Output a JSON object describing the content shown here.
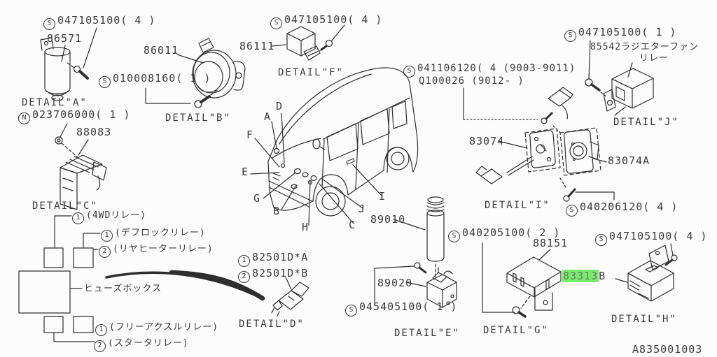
{
  "diagram": {
    "type": "vehicle-electrical-parts-diagram",
    "drawing_no": "A835001003",
    "highlight_color": "#76ee6c",
    "line_color": "#2e2e2e"
  },
  "labels": {
    "screw_top_left": {
      "circle": "S",
      "text": "047105100( 4  )"
    },
    "part_86571": {
      "text": "86571"
    },
    "detail_a": {
      "text": "DETAIL\"A\""
    },
    "nut_023706000": {
      "circle": "N",
      "text": "023706000( 1  )"
    },
    "part_88083": {
      "text": "88083"
    },
    "detail_c": {
      "text": "DETAIL\"C\""
    },
    "relay_4wd": {
      "circle": "1",
      "text": "(4WDリレー)"
    },
    "relay_deflock": {
      "circle": "1",
      "text": "(デフロックリレー)"
    },
    "relay_rear_heater": {
      "circle": "2",
      "text": "(リヤヒーターリレー)"
    },
    "fuse_box": {
      "text": "ヒューズボックス"
    },
    "relay_free_axle": {
      "circle": "1",
      "text": "(フリーアクスルリレー)"
    },
    "relay_starter": {
      "circle": "2",
      "text": "(スタータリレー)"
    },
    "part_86011": {
      "text": "86011"
    },
    "screw_010008160": {
      "circle": "S",
      "text": "010008160( 1  )"
    },
    "detail_b": {
      "text": "DETAIL\"B\""
    },
    "screw_f": {
      "circle": "S",
      "text": "047105100( 4  )"
    },
    "part_86111": {
      "text": "86111"
    },
    "detail_f": {
      "text": "DETAIL\"F\""
    },
    "screw_041106120": {
      "circle": "S",
      "text": "041106120( 4 (9003-9011)"
    },
    "part_q100026": {
      "text": "Q100026 (9012-        )"
    },
    "screw_j": {
      "circle": "S",
      "text": "047105100( 1  )"
    },
    "part_85542": {
      "text": "85542ラジエターファン"
    },
    "part_85542_2": {
      "text": "リレー"
    },
    "detail_j": {
      "text": "DETAIL\"J\""
    },
    "part_83074": {
      "text": "83074"
    },
    "part_83074a": {
      "text": "83074A"
    },
    "detail_i": {
      "text": "DETAIL\"I\""
    },
    "screw_040206120": {
      "circle": "S",
      "text": "040206120( 4  )"
    },
    "part_89010": {
      "text": "89010"
    },
    "part_89020": {
      "text": "89020"
    },
    "screw_045405100": {
      "circle": "S",
      "text": "045405100( 1  )"
    },
    "detail_e": {
      "text": "DETAIL\"E\""
    },
    "screw_040205100": {
      "circle": "S",
      "text": "040205100( 2  )"
    },
    "part_88151": {
      "text": "88151"
    },
    "part_83313": {
      "text": "83313",
      "suffix": "B"
    },
    "detail_g": {
      "text": "DETAIL\"G\""
    },
    "screw_h": {
      "circle": "S",
      "text": "047105100( 4  )"
    },
    "detail_h": {
      "text": "DETAIL\"H\""
    },
    "drawing_no": {
      "text": "A835001003"
    },
    "plug_82501a": {
      "circle": "1",
      "text": "82501D*A"
    },
    "plug_82501b": {
      "circle": "2",
      "text": "82501D*B"
    }
  },
  "callouts": {
    "a": "A",
    "b": "B",
    "c": "C",
    "d": "D",
    "e": "E",
    "f": "F",
    "g": "G",
    "h": "H",
    "i": "I",
    "j": "J"
  }
}
